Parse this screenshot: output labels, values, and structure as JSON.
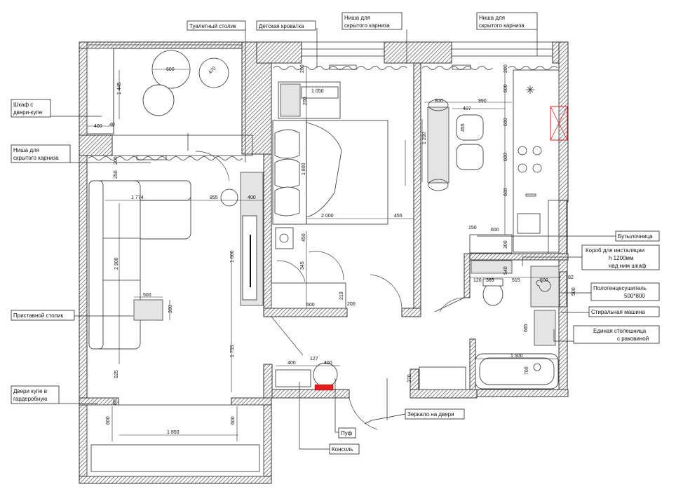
{
  "labels": {
    "toilet_table": "Туалетный столик",
    "crib": "Детская кроватка",
    "niche_top_1_l1": "Ниша для",
    "niche_top_1_l2": "скрытого карниза",
    "niche_top_2_l1": "Ниша для",
    "niche_top_2_l2": "скрытого карниза",
    "wardrobe_l1": "Шкаф с",
    "wardrobe_l2": "двери-купе",
    "niche_left_l1": "Ниша для",
    "niche_left_l2": "скрытого карниза",
    "side_table": "Приставной столик",
    "sliding_doors_l1": "Двери купе в",
    "sliding_doors_l2": "гардеробную",
    "bread_box": "Бутылочница",
    "install_box_l1": "Короб для инсталяции",
    "install_box_l2": "h 1200мм",
    "install_box_l3": "над ним шкаф",
    "towel_dryer_l1": "Полотенцесушитель",
    "towel_dryer_l2": "500*800",
    "washing_machine": "Стиральная машина",
    "countertop_l1": "Единая столешница",
    "countertop_l2": "с раковиной",
    "mirror": "Зеркало на двери",
    "pouf": "Пуф",
    "console": "Консоль"
  },
  "dims": {
    "d600_table": "600",
    "d470": "470",
    "d1445": "1 445",
    "d400_a": "400",
    "d40": "40",
    "d1050": "1 050",
    "d200_a": "200",
    "d200_b": "200",
    "d200_c": "200",
    "d200_d": "200",
    "d250": "250",
    "d1774": "1 774",
    "d855": "855",
    "d400_b": "400",
    "d1800": "1 800",
    "d2000": "2 000",
    "d455_a": "455",
    "d450": "450",
    "d1600": "1 600",
    "d2900": "2 900",
    "d500_a": "500",
    "d300": "300",
    "d345": "345",
    "d500_b": "500",
    "d210": "210",
    "d200_e": "200",
    "d1755": "1 755",
    "d925": "925",
    "d80": "80",
    "d600_a": "600",
    "d1850": "1 850",
    "d600_b": "600",
    "d400_c": "400",
    "d127": "127",
    "d400_d": "400",
    "d370": "370",
    "d800": "800",
    "d990": "990",
    "d407": "407",
    "d455_b": "455",
    "d1200": "1 200",
    "d600_c": "600",
    "d600_d": "600",
    "d600_e": "600",
    "d600_f": "600",
    "d150": "150",
    "d600_g": "600",
    "d300_b": "300",
    "d540": "540",
    "d120": "120",
    "d365": "365",
    "d515": "515",
    "d500_c": "500",
    "d500_d": "500",
    "d665": "665",
    "d1500": "1 500",
    "d700": "700",
    "d82": "82"
  },
  "colors": {
    "wall_hatch": "#555555",
    "accent_red": "#e02020"
  }
}
